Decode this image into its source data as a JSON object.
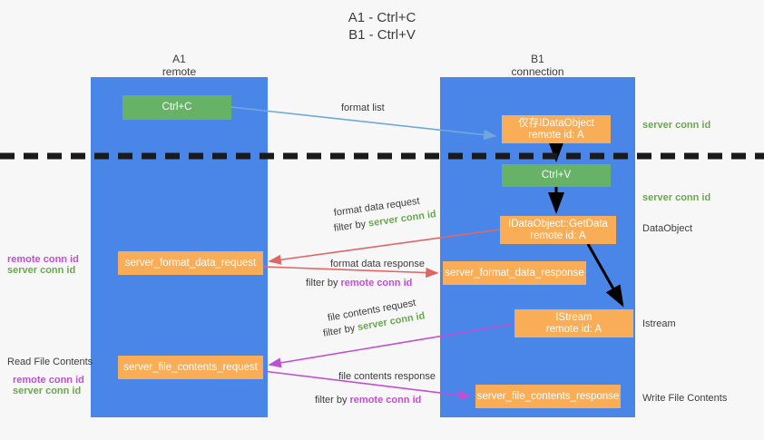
{
  "title": {
    "line1": "A1 - Ctrl+C",
    "line2": "B1 - Ctrl+V"
  },
  "colors": {
    "lane": "#4a86e8",
    "box_orange": "#f9ad56",
    "box_green": "#66b266",
    "server_conn_id": "#6aa84f",
    "remote_conn_id": "#c14fd4",
    "arrow_blue": "#6fa8dc",
    "arrow_red": "#e06666",
    "arrow_magenta": "#c14fd4",
    "arrow_black": "#000000",
    "background": "#f7f7f7"
  },
  "lanes": [
    {
      "name": "A1",
      "sub": "remote"
    },
    {
      "name": "B1",
      "sub": "connection"
    }
  ],
  "boxes": {
    "ctrl_c": "Ctrl+C",
    "ctrl_v": "Ctrl+V",
    "idataobject": "仅存IDataObject\nremote id: A",
    "idataobject_line1": "仅存IDataObject",
    "idataobject_line2": "remote id: A",
    "getdata_line1": "IDataObject::GetData",
    "getdata_line2": "remote id: A",
    "istream_line1": "IStream",
    "istream_line2": "remote id: A",
    "server_format_data_request": "server_format_data_request",
    "server_format_data_response": "server_format_data_response",
    "server_file_contents_request": "server_file_contents_request",
    "server_file_contents_response": "server_file_contents_response"
  },
  "edge_labels": {
    "format_list": "format list",
    "format_data_request": "format data request",
    "format_data_response": "format data response",
    "file_contents_request": "file contents request",
    "file_contents_response": "file contents response",
    "filter_by": "filter by ",
    "server_conn_id": "server conn id",
    "remote_conn_id": "remote conn id"
  },
  "right_labels": {
    "server_conn_id_1": "server conn id",
    "server_conn_id_2": "server conn id",
    "dataobject": "DataObject",
    "istream": "Istream",
    "write_file_contents": "Write File Contents"
  },
  "left_labels": {
    "remote_conn_id_1": "remote conn id",
    "server_conn_id_1": "server conn id",
    "read_file_contents": "Read File Contents",
    "remote_conn_id_2": "remote conn id",
    "server_conn_id_2": "server conn id"
  }
}
